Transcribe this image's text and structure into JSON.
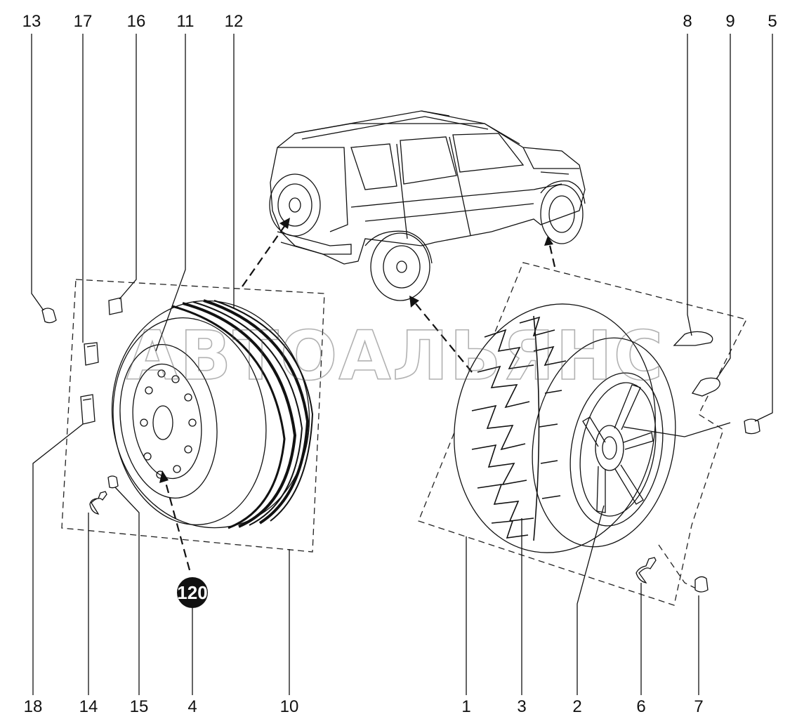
{
  "watermark": "АВТОАЛЬЯНС",
  "speed_badge": "120",
  "callouts": {
    "n1": "1",
    "n2": "2",
    "n3": "3",
    "n4": "4",
    "n5": "5",
    "n6": "6",
    "n7": "7",
    "n8": "8",
    "n9": "9",
    "n10": "10",
    "n11": "11",
    "n12": "12",
    "n13": "13",
    "n14": "14",
    "n15": "15",
    "n16": "16",
    "n17": "17",
    "n18": "18"
  }
}
